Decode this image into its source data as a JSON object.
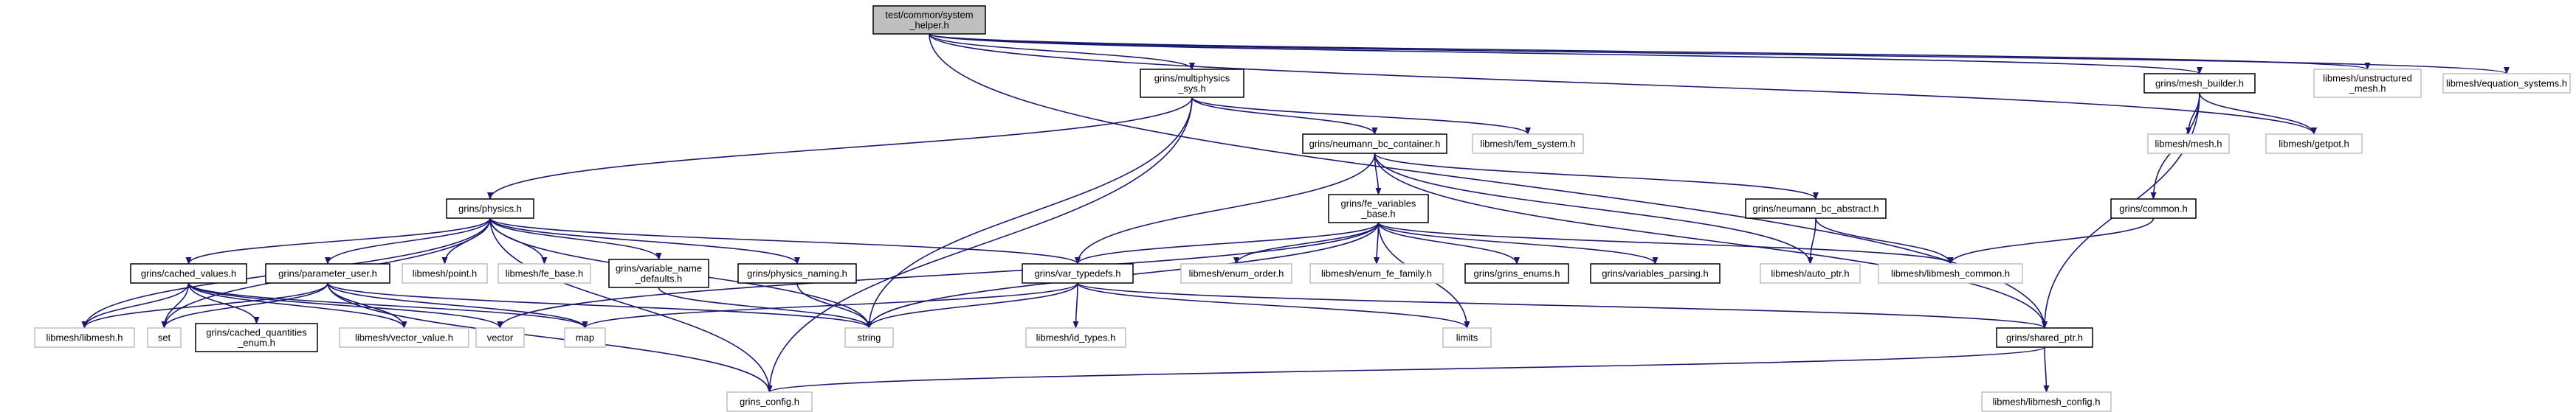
{
  "colors": {
    "edge": "#191970",
    "node_border": "#000000",
    "external_border": "#bfbfbf",
    "root_fill": "#bfbfbf",
    "node_fill": "#ffffff"
  },
  "nodes": [
    {
      "id": "root",
      "lines": [
        "test/common/system",
        "_helper.h"
      ],
      "kind": "root"
    },
    {
      "id": "multiphysics",
      "lines": [
        "grins/multiphysics",
        "_sys.h"
      ],
      "kind": "internal"
    },
    {
      "id": "mesh_builder",
      "lines": [
        "grins/mesh_builder.h"
      ],
      "kind": "internal"
    },
    {
      "id": "unstructured_mesh",
      "lines": [
        "libmesh/unstructured",
        "_mesh.h"
      ],
      "kind": "external"
    },
    {
      "id": "equation_systems",
      "lines": [
        "libmesh/equation_systems.h"
      ],
      "kind": "external"
    },
    {
      "id": "neumann_bc_container",
      "lines": [
        "grins/neumann_bc_container.h"
      ],
      "kind": "internal"
    },
    {
      "id": "fem_system",
      "lines": [
        "libmesh/fem_system.h"
      ],
      "kind": "external"
    },
    {
      "id": "mesh",
      "lines": [
        "libmesh/mesh.h"
      ],
      "kind": "external"
    },
    {
      "id": "getpot",
      "lines": [
        "libmesh/getpot.h"
      ],
      "kind": "external"
    },
    {
      "id": "physics",
      "lines": [
        "grins/physics.h"
      ],
      "kind": "internal"
    },
    {
      "id": "fe_variables_base",
      "lines": [
        "grins/fe_variables",
        "_base.h"
      ],
      "kind": "internal"
    },
    {
      "id": "neumann_bc_abstract",
      "lines": [
        "grins/neumann_bc_abstract.h"
      ],
      "kind": "internal"
    },
    {
      "id": "common",
      "lines": [
        "grins/common.h"
      ],
      "kind": "internal"
    },
    {
      "id": "cached_values",
      "lines": [
        "grins/cached_values.h"
      ],
      "kind": "internal"
    },
    {
      "id": "parameter_user",
      "lines": [
        "grins/parameter_user.h"
      ],
      "kind": "internal"
    },
    {
      "id": "point",
      "lines": [
        "libmesh/point.h"
      ],
      "kind": "external"
    },
    {
      "id": "fe_base",
      "lines": [
        "libmesh/fe_base.h"
      ],
      "kind": "external"
    },
    {
      "id": "variable_name_defaults",
      "lines": [
        "grins/variable_name",
        "_defaults.h"
      ],
      "kind": "internal"
    },
    {
      "id": "physics_naming",
      "lines": [
        "grins/physics_naming.h"
      ],
      "kind": "internal"
    },
    {
      "id": "var_typedefs",
      "lines": [
        "grins/var_typedefs.h"
      ],
      "kind": "internal"
    },
    {
      "id": "enum_order",
      "lines": [
        "libmesh/enum_order.h"
      ],
      "kind": "external"
    },
    {
      "id": "enum_fe_family",
      "lines": [
        "libmesh/enum_fe_family.h"
      ],
      "kind": "external"
    },
    {
      "id": "grins_enums",
      "lines": [
        "grins/grins_enums.h"
      ],
      "kind": "internal"
    },
    {
      "id": "variables_parsing",
      "lines": [
        "grins/variables_parsing.h"
      ],
      "kind": "internal"
    },
    {
      "id": "auto_ptr",
      "lines": [
        "libmesh/auto_ptr.h"
      ],
      "kind": "external"
    },
    {
      "id": "libmesh_common",
      "lines": [
        "libmesh/libmesh_common.h"
      ],
      "kind": "external"
    },
    {
      "id": "libmesh_h",
      "lines": [
        "libmesh/libmesh.h"
      ],
      "kind": "external"
    },
    {
      "id": "set",
      "lines": [
        "set"
      ],
      "kind": "external"
    },
    {
      "id": "cached_quantities_enum",
      "lines": [
        "grins/cached_quantities",
        "_enum.h"
      ],
      "kind": "internal"
    },
    {
      "id": "vector_value",
      "lines": [
        "libmesh/vector_value.h"
      ],
      "kind": "external"
    },
    {
      "id": "vector",
      "lines": [
        "vector"
      ],
      "kind": "external"
    },
    {
      "id": "map",
      "lines": [
        "map"
      ],
      "kind": "external"
    },
    {
      "id": "string",
      "lines": [
        "string"
      ],
      "kind": "external"
    },
    {
      "id": "id_types",
      "lines": [
        "libmesh/id_types.h"
      ],
      "kind": "external"
    },
    {
      "id": "limits",
      "lines": [
        "limits"
      ],
      "kind": "external"
    },
    {
      "id": "shared_ptr",
      "lines": [
        "grins/shared_ptr.h"
      ],
      "kind": "internal"
    },
    {
      "id": "grins_config",
      "lines": [
        "grins_config.h"
      ],
      "kind": "external"
    },
    {
      "id": "libmesh_config",
      "lines": [
        "libmesh/libmesh_config.h"
      ],
      "kind": "external"
    }
  ],
  "edges": [
    [
      "root",
      "multiphysics"
    ],
    [
      "root",
      "mesh_builder"
    ],
    [
      "root",
      "unstructured_mesh"
    ],
    [
      "root",
      "equation_systems"
    ],
    [
      "root",
      "getpot"
    ],
    [
      "root",
      "shared_ptr"
    ],
    [
      "multiphysics",
      "physics"
    ],
    [
      "multiphysics",
      "neumann_bc_container"
    ],
    [
      "multiphysics",
      "fem_system"
    ],
    [
      "multiphysics",
      "string"
    ],
    [
      "multiphysics",
      "grins_config"
    ],
    [
      "mesh_builder",
      "mesh"
    ],
    [
      "mesh_builder",
      "getpot"
    ],
    [
      "mesh_builder",
      "common"
    ],
    [
      "mesh_builder",
      "shared_ptr"
    ],
    [
      "neumann_bc_container",
      "fe_variables_base"
    ],
    [
      "neumann_bc_container",
      "neumann_bc_abstract"
    ],
    [
      "neumann_bc_container",
      "var_typedefs"
    ],
    [
      "neumann_bc_container",
      "auto_ptr"
    ],
    [
      "neumann_bc_container",
      "shared_ptr"
    ],
    [
      "neumann_bc_abstract",
      "auto_ptr"
    ],
    [
      "neumann_bc_abstract",
      "libmesh_common"
    ],
    [
      "common",
      "libmesh_common"
    ],
    [
      "physics",
      "cached_values"
    ],
    [
      "physics",
      "parameter_user"
    ],
    [
      "physics",
      "point"
    ],
    [
      "physics",
      "fe_base"
    ],
    [
      "physics",
      "variable_name_defaults"
    ],
    [
      "physics",
      "physics_naming"
    ],
    [
      "physics",
      "var_typedefs"
    ],
    [
      "physics",
      "libmesh_h"
    ],
    [
      "physics",
      "set"
    ],
    [
      "physics",
      "string"
    ],
    [
      "physics",
      "grins_config"
    ],
    [
      "fe_variables_base",
      "var_typedefs"
    ],
    [
      "fe_variables_base",
      "enum_order"
    ],
    [
      "fe_variables_base",
      "enum_fe_family"
    ],
    [
      "fe_variables_base",
      "grins_enums"
    ],
    [
      "fe_variables_base",
      "variables_parsing"
    ],
    [
      "fe_variables_base",
      "libmesh_common"
    ],
    [
      "fe_variables_base",
      "vector"
    ],
    [
      "fe_variables_base",
      "string"
    ],
    [
      "fe_variables_base",
      "limits"
    ],
    [
      "cached_values",
      "libmesh_h"
    ],
    [
      "cached_values",
      "set"
    ],
    [
      "cached_values",
      "cached_quantities_enum"
    ],
    [
      "cached_values",
      "vector_value"
    ],
    [
      "cached_values",
      "vector"
    ],
    [
      "cached_values",
      "map"
    ],
    [
      "parameter_user",
      "libmesh_h"
    ],
    [
      "parameter_user",
      "set"
    ],
    [
      "parameter_user",
      "vector_value"
    ],
    [
      "parameter_user",
      "map"
    ],
    [
      "parameter_user",
      "string"
    ],
    [
      "parameter_user",
      "grins_config"
    ],
    [
      "variable_name_defaults",
      "string"
    ],
    [
      "physics_naming",
      "string"
    ],
    [
      "var_typedefs",
      "map"
    ],
    [
      "var_typedefs",
      "string"
    ],
    [
      "var_typedefs",
      "id_types"
    ],
    [
      "var_typedefs",
      "limits"
    ],
    [
      "var_typedefs",
      "shared_ptr"
    ],
    [
      "shared_ptr",
      "grins_config"
    ],
    [
      "shared_ptr",
      "libmesh_config"
    ]
  ]
}
